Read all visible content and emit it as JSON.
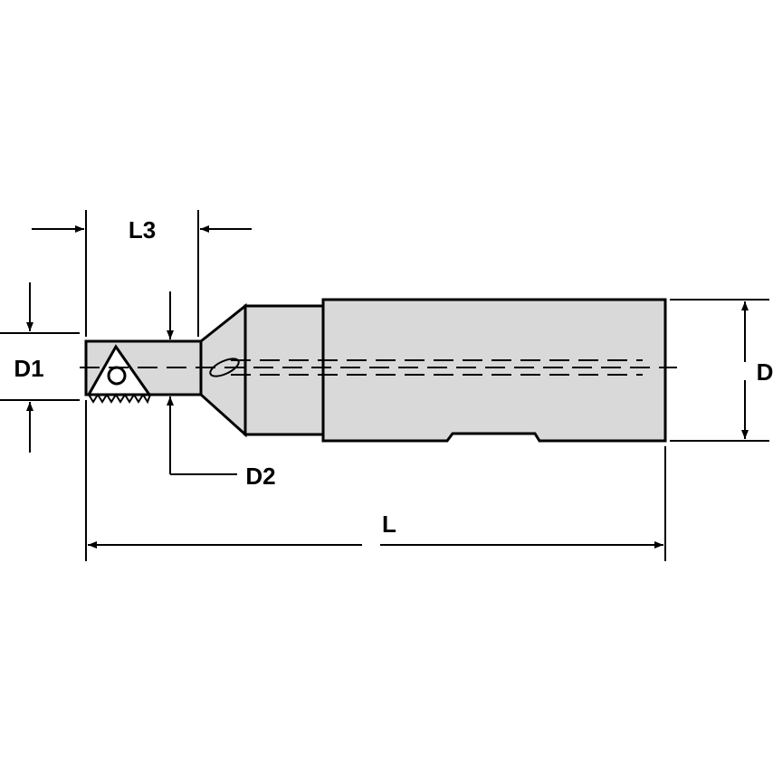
{
  "labels": {
    "l3": "L3",
    "d1": "D1",
    "d2": "D2",
    "d": "D",
    "l": "L"
  },
  "colors": {
    "body_fill": "#d9d9d9",
    "line": "#000000",
    "background": "#ffffff"
  }
}
